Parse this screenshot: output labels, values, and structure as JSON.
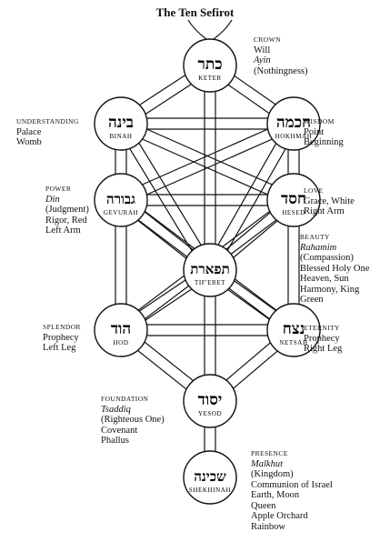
{
  "title": "The Ten Sefirot",
  "sefirot": {
    "keter": {
      "hebrew": "כתר",
      "name": "KETER"
    },
    "binah": {
      "hebrew": "בינה",
      "name": "BINAH"
    },
    "hokhmah": {
      "hebrew": "חכמה",
      "name": "HOKHMAH"
    },
    "gevurah": {
      "hebrew": "גבורה",
      "name": "GEVURAH"
    },
    "hesed": {
      "hebrew": "חסד",
      "name": "HESED"
    },
    "tiferet": {
      "hebrew": "תפארת",
      "name": "TIF'ERET"
    },
    "hod": {
      "hebrew": "הוד",
      "name": "HOD"
    },
    "netsah": {
      "hebrew": "נצח",
      "name": "NETSAH"
    },
    "yesod": {
      "hebrew": "יסוד",
      "name": "YESOD"
    },
    "shekhinah": {
      "hebrew": "שכינה",
      "name": "SHEKHINAH"
    }
  },
  "labels": {
    "crown": {
      "heading": "CROWN",
      "lines": [
        "Will"
      ],
      "italic": "Ayin",
      "after": [
        "(Nothingness)"
      ]
    },
    "understanding": {
      "heading": "UNDERSTANDING",
      "lines": [
        "Palace",
        "Womb"
      ]
    },
    "wisdom": {
      "heading": "WISDOM",
      "lines": [
        "Point",
        "Beginning"
      ]
    },
    "power": {
      "heading": "POWER",
      "italic": "Din",
      "after": [
        "(Judgment)",
        "Rigor, Red",
        "Left Arm"
      ]
    },
    "love": {
      "heading": "LOVE",
      "lines": [
        "Grace, White",
        "Right Arm"
      ]
    },
    "beauty": {
      "heading": "BEAUTY",
      "italic": "Rahamim",
      "after": [
        "(Compassion)",
        "Blessed Holy One",
        "Heaven, Sun",
        "Harmony, King",
        "Green"
      ]
    },
    "splendor": {
      "heading": "SPLENDOR",
      "lines": [
        "Prophecy",
        "Left Leg"
      ]
    },
    "eternity": {
      "heading": "ETERNITY",
      "lines": [
        "Prophecy",
        "Right Leg"
      ]
    },
    "foundation": {
      "heading": "FOUNDATION",
      "italic": "Tsaddiq",
      "after": [
        "(Righteous One)",
        "Covenant",
        "Phallus"
      ]
    },
    "presence": {
      "heading": "PRESENCE",
      "italic": "Malkhut",
      "after": [
        "(Kingdom)",
        "Communion of Israel",
        "Earth, Moon",
        "Queen",
        "Apple Orchard",
        "Rainbow"
      ]
    }
  }
}
